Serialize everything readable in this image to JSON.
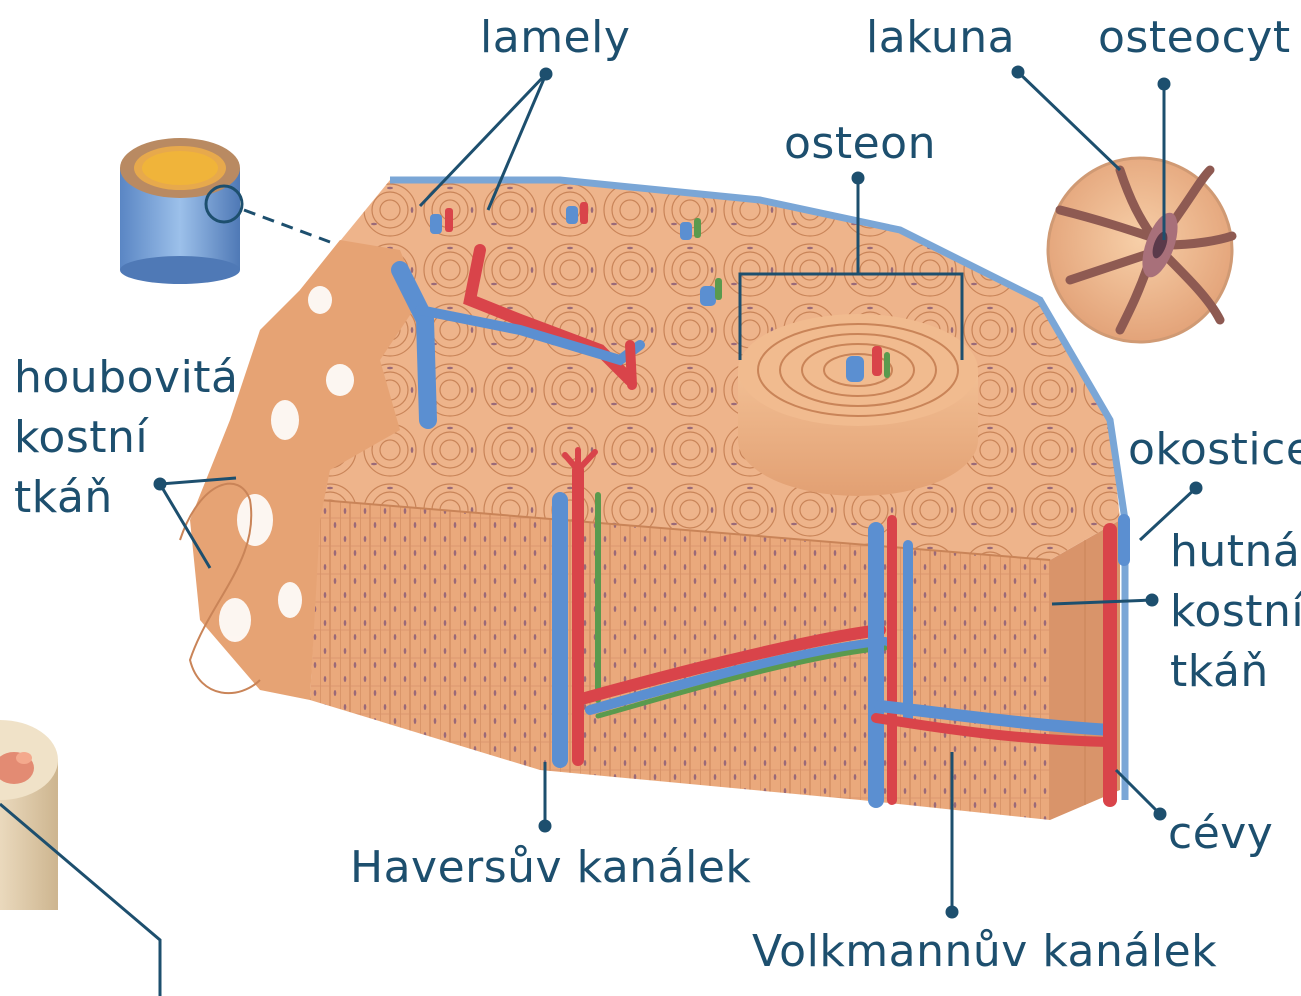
{
  "labels": {
    "lamely": "lamely",
    "lakuna": "lakuna",
    "osteocyt": "osteocyt",
    "osteon": "osteon",
    "houbovita": [
      "houbovitá",
      "kostní",
      "tkáň"
    ],
    "okostice": "okostice",
    "hutna": [
      "hutná",
      "kostní",
      "tkáň"
    ],
    "cevy": "cévy",
    "haversuv": "Haversův kanálek",
    "volkmannuv": "Volkmannův kanálek"
  },
  "colors": {
    "bone": "#e8a77a",
    "bone_light": "#f3c7a1",
    "bone_dark": "#c98458",
    "lacuna": "#9b6a78",
    "periosteum": "#7aa6d6",
    "vessel_red": "#d9444a",
    "vessel_blue": "#5b8fd1",
    "nerve_green": "#5a9a4e",
    "leader_line": "#1d4f6e"
  }
}
